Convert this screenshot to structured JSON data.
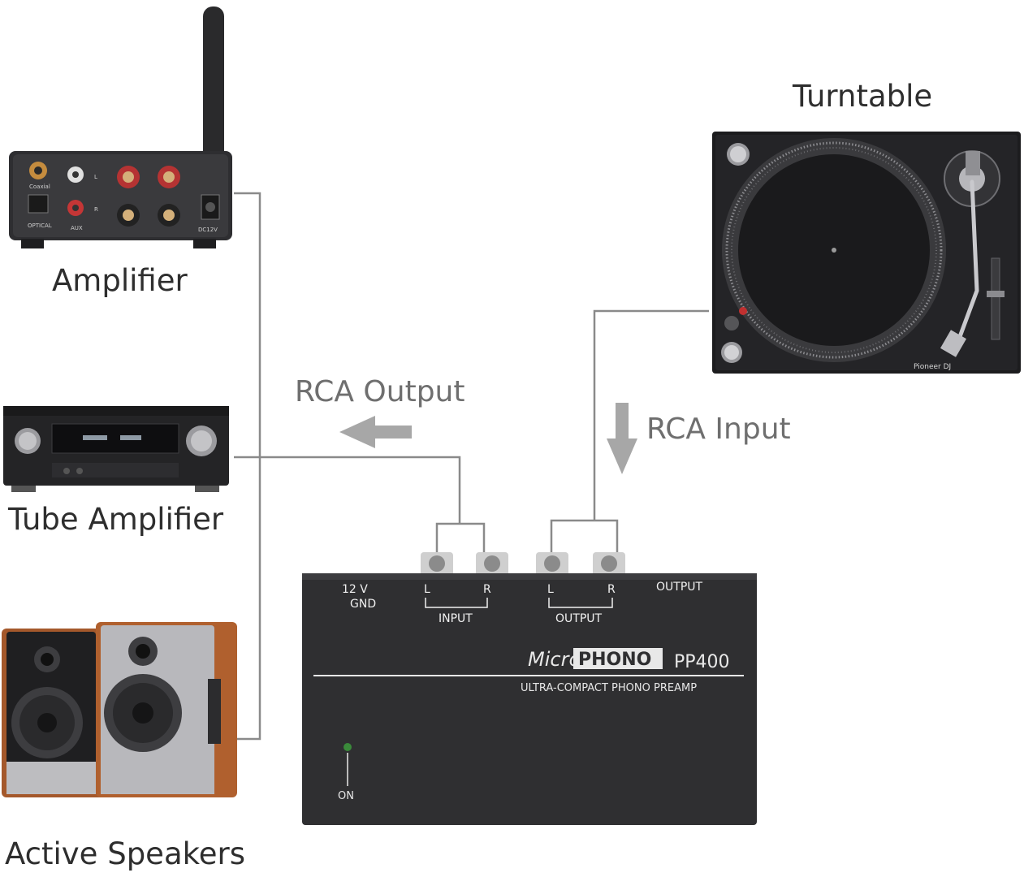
{
  "devices": {
    "turntable": {
      "label": "Turntable",
      "brand_text": "Pioneer DJ"
    },
    "amplifier": {
      "label": "Amplifier",
      "panel_texts": [
        "Coaxial",
        "OPTICAL",
        "AUX",
        "L",
        "R",
        "DC12V"
      ]
    },
    "tube_amplifier": {
      "label": "Tube Amplifier"
    },
    "active_speakers": {
      "label": "Active Speakers"
    }
  },
  "connections": {
    "rca_output": "RCA Output",
    "rca_input": "RCA Input"
  },
  "preamp": {
    "power_label_top": "12 V",
    "power_label_bottom": "GND",
    "input_l": "L",
    "input_r": "R",
    "input_label": "INPUT",
    "output_l": "L",
    "output_r": "R",
    "output_group_label": "OUTPUT",
    "output_corner_label": "OUTPUT",
    "brand_micro": "Micro",
    "brand_phono": "PHONO",
    "model": "PP400",
    "subtitle": "ULTRA-COMPACT PHONO PREAMP",
    "led_label": "ON"
  },
  "colors": {
    "line": "#8a8a8a",
    "arrow": "#a7a7a7",
    "device_dark": "#2f2f31",
    "wood": "#a4582b"
  }
}
